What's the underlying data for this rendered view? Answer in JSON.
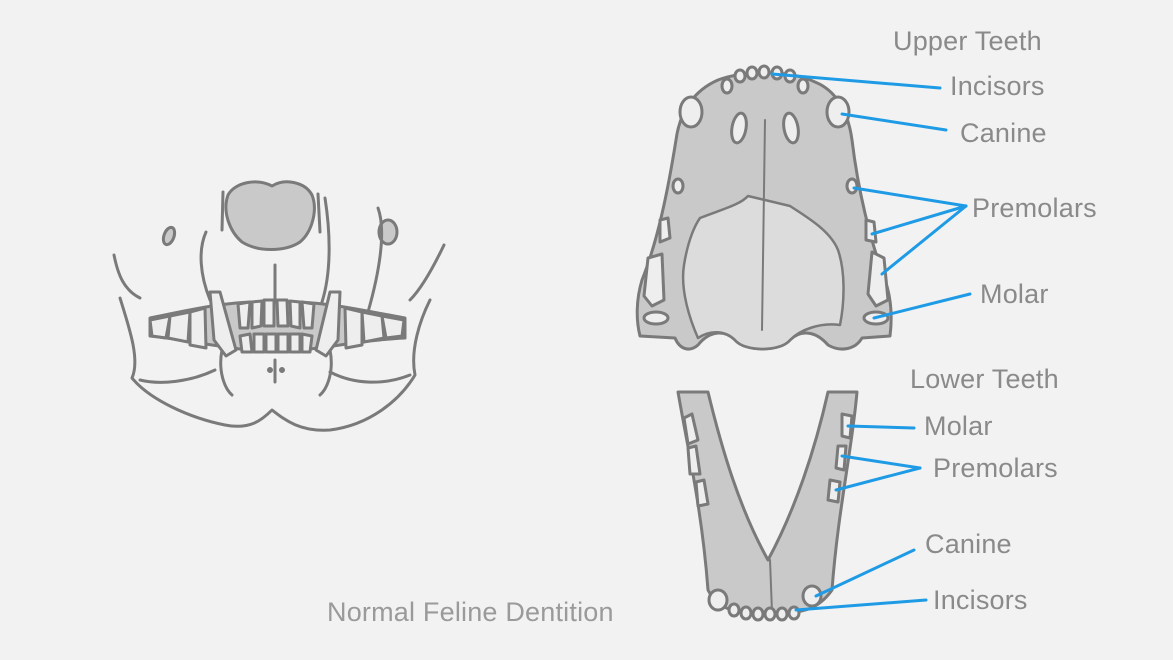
{
  "caption": "Normal Feline Dentition",
  "upper": {
    "heading": "Upper Teeth",
    "incisors": "Incisors",
    "canine": "Canine",
    "premolars": "Premolars",
    "molar": "Molar"
  },
  "lower": {
    "heading": "Lower Teeth",
    "molar": "Molar",
    "premolars": "Premolars",
    "canine": "Canine",
    "incisors": "Incisors"
  },
  "colors": {
    "background": "#f2f2f2",
    "leader_line": "#1f9be6",
    "outline": "#7a7a7a",
    "bone_fill": "#c9c9c9",
    "tooth_fill": "#eeeeee",
    "text": "#8a8a8a"
  }
}
